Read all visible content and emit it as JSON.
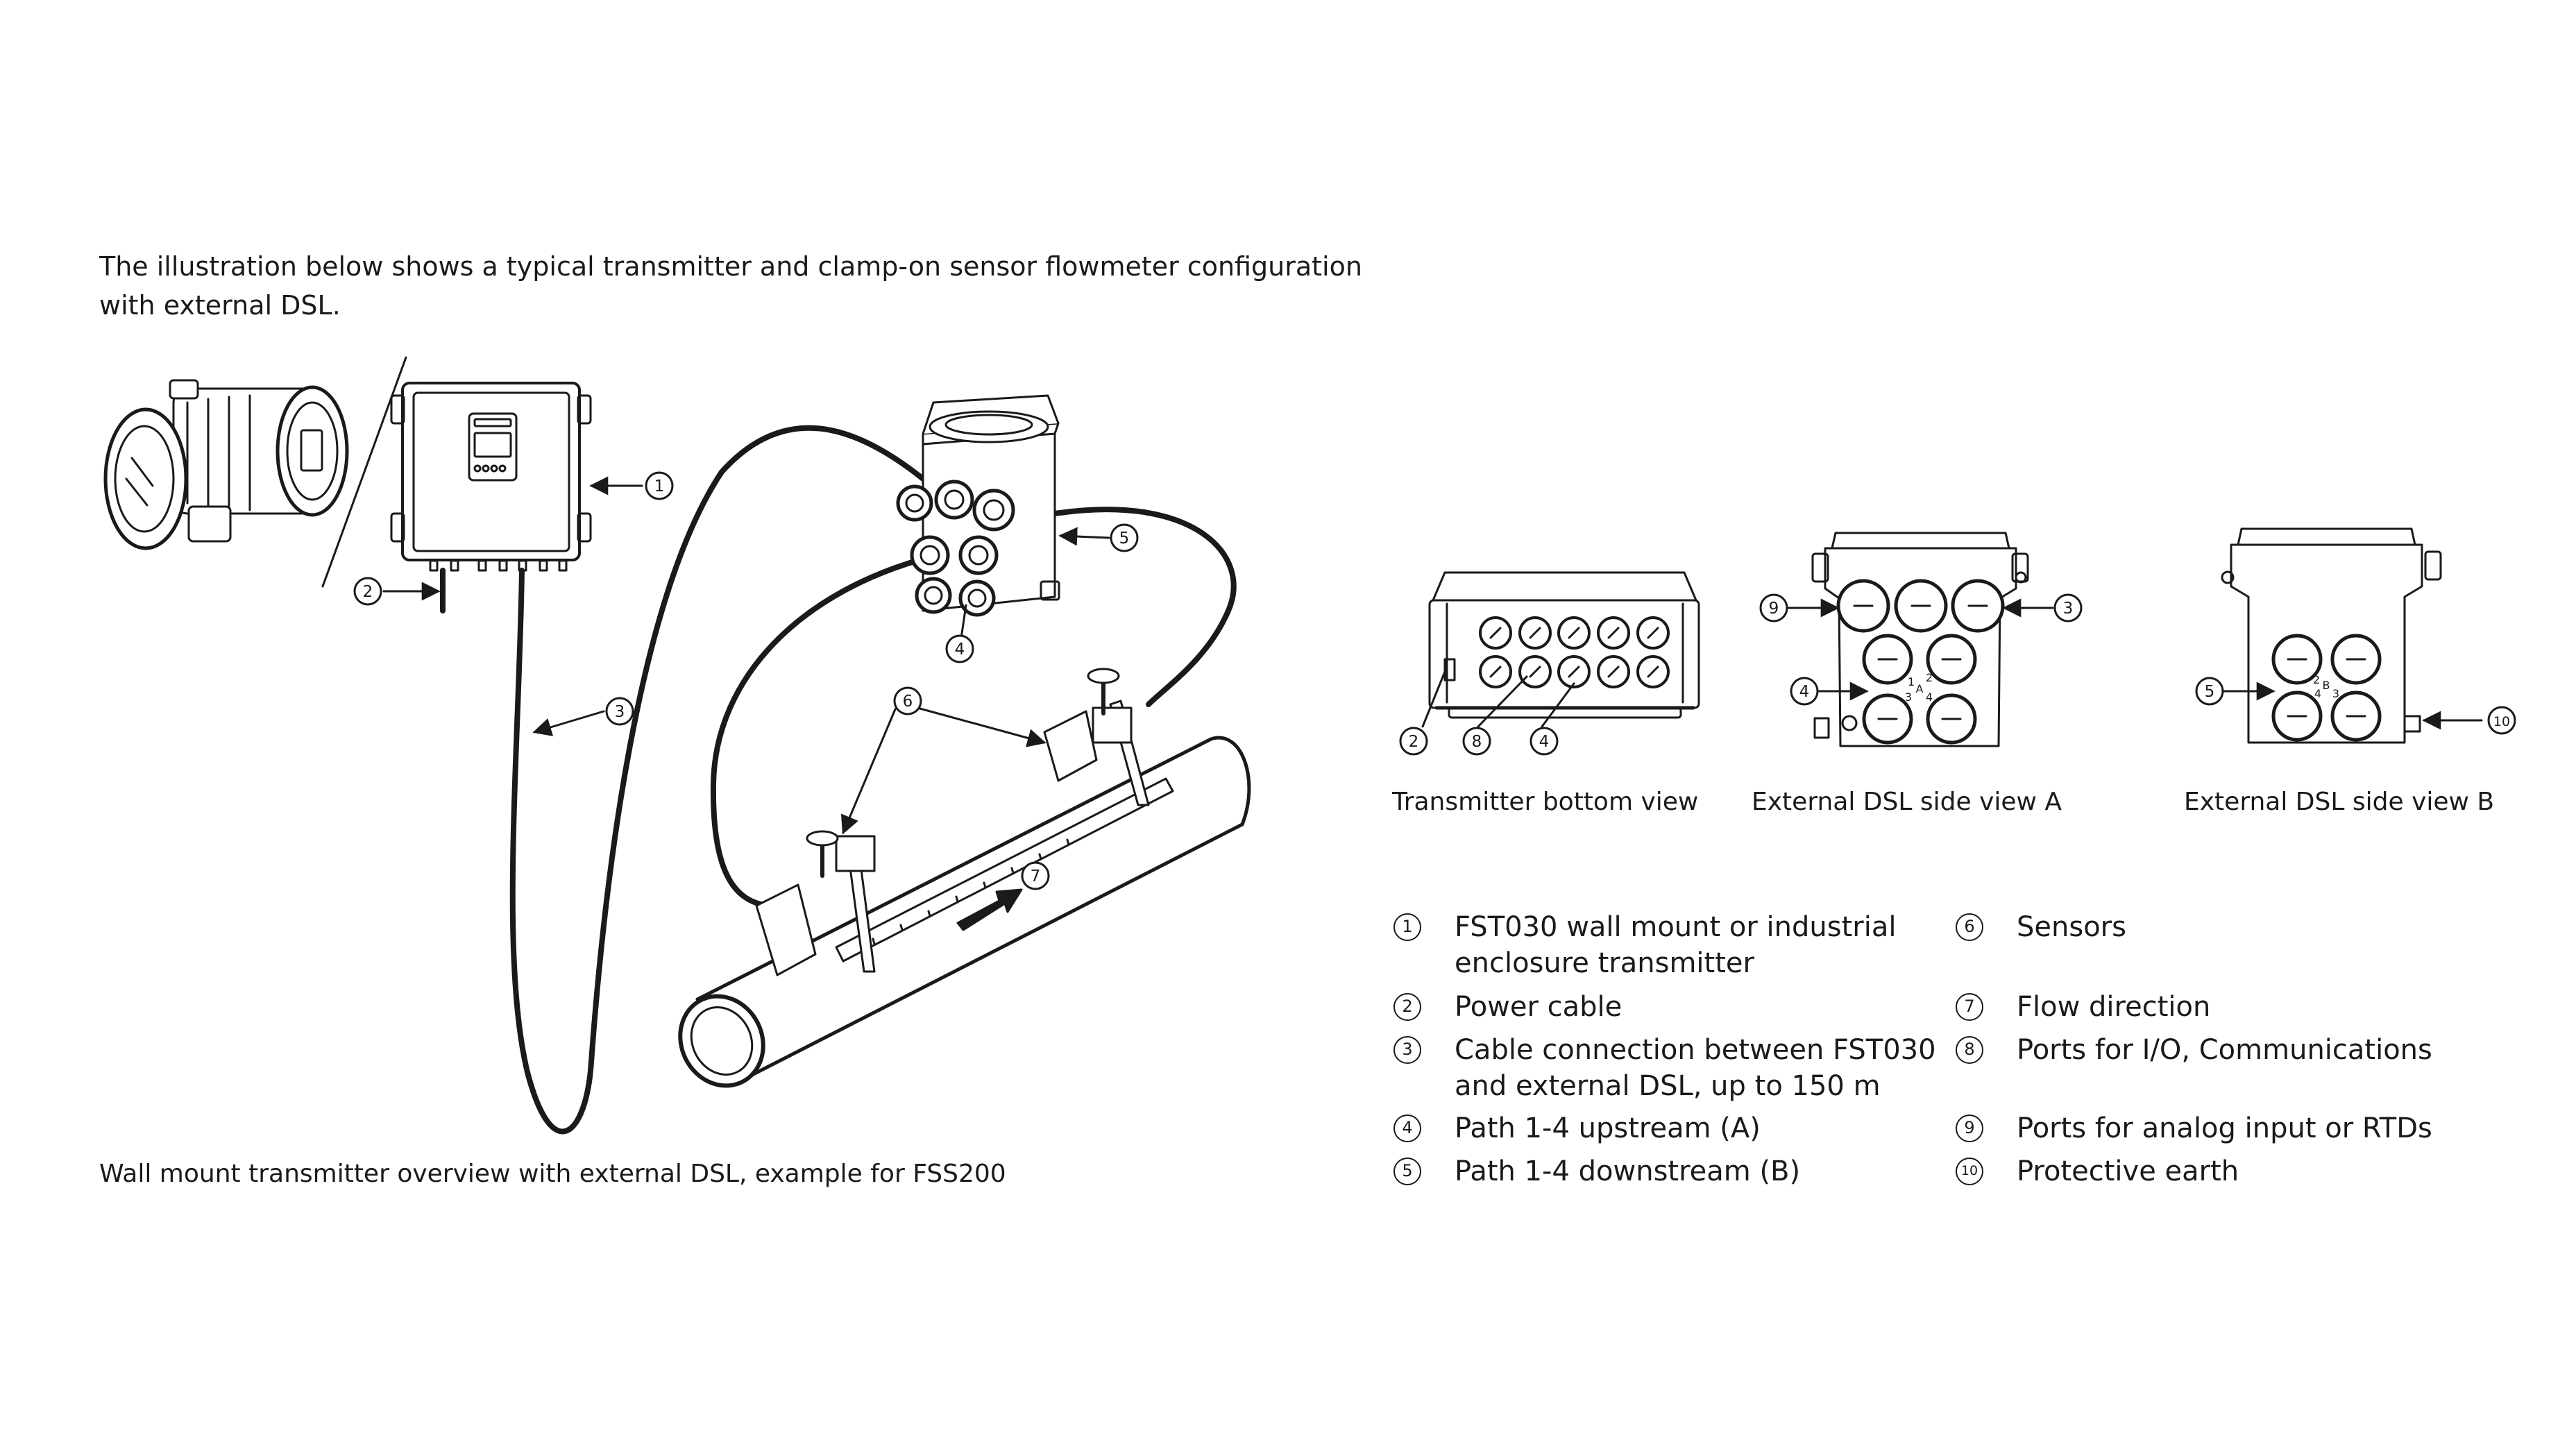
{
  "intro": {
    "line1": "The illustration below shows a typical transmitter and clamp-on sensor flowmeter configuration",
    "line2": "with external DSL."
  },
  "captions": {
    "main": "Wall mount transmitter overview with external DSL, example for FSS200",
    "bottom_view": "Transmitter bottom view",
    "side_a": "External DSL side view A",
    "side_b": "External DSL side view B"
  },
  "diagram": {
    "port_labels_a": [
      "1",
      "2",
      "A",
      "3",
      "4"
    ],
    "port_labels_b": [
      "2",
      "B",
      "4",
      "3"
    ]
  },
  "callouts": [
    "1",
    "2",
    "3",
    "4",
    "5",
    "6",
    "7",
    "8",
    "9",
    "10"
  ],
  "legend": [
    {
      "num": "1",
      "lines": [
        "FST030 wall mount or industrial",
        "enclosure transmitter"
      ]
    },
    {
      "num": "2",
      "lines": [
        "Power cable"
      ]
    },
    {
      "num": "3",
      "lines": [
        "Cable connection between FST030",
        "and external DSL, up to 150 m"
      ]
    },
    {
      "num": "4",
      "lines": [
        "Path 1-4 upstream (A)"
      ]
    },
    {
      "num": "5",
      "lines": [
        "Path 1-4 downstream (B)"
      ]
    },
    {
      "num": "6",
      "lines": [
        "Sensors"
      ]
    },
    {
      "num": "7",
      "lines": [
        "Flow direction"
      ]
    },
    {
      "num": "8",
      "lines": [
        "Ports for I/O, Communications"
      ]
    },
    {
      "num": "9",
      "lines": [
        "Ports for analog input or RTDs"
      ]
    },
    {
      "num": "10",
      "lines": [
        "Protective earth"
      ]
    }
  ]
}
